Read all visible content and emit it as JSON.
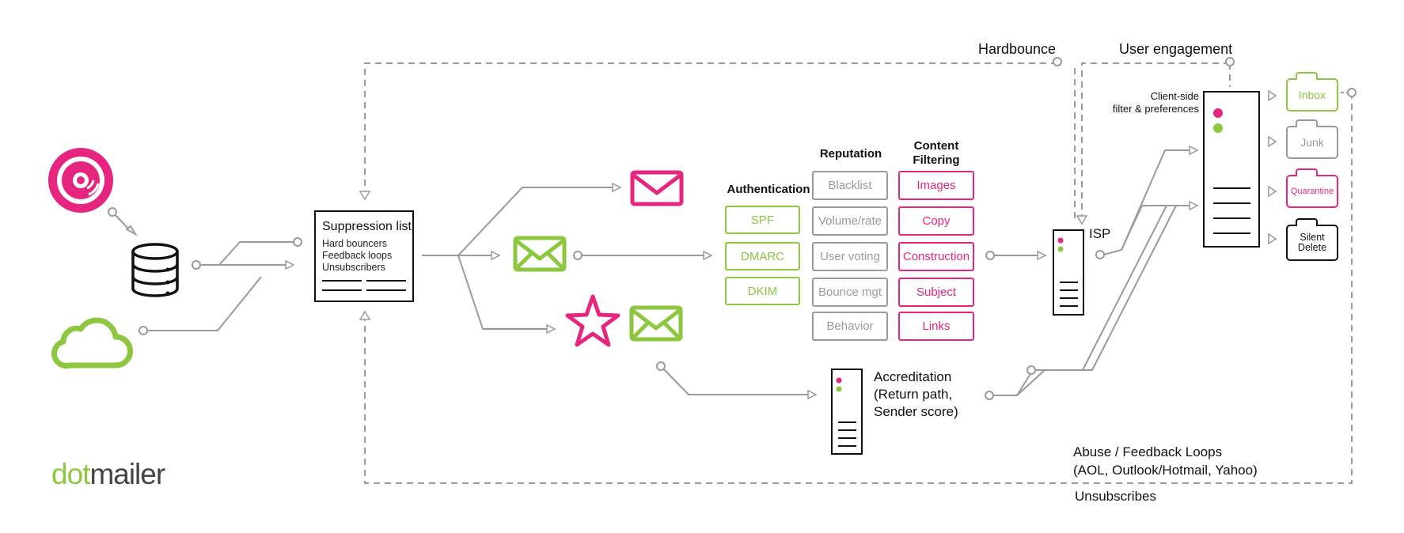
{
  "colors": {
    "pink": "#e6267e",
    "green": "#8dc63f",
    "grey": "#9a9a9a",
    "dark": "#111111"
  },
  "icons": [
    "vinyl-disc-icon",
    "database-icon",
    "cloud-icon",
    "envelope-icon",
    "star-icon",
    "server-icon",
    "folder-icon"
  ],
  "suppression": {
    "title": "Suppression list",
    "items": [
      "Hard bouncers",
      "Feedback loops",
      "Unsubscribers"
    ]
  },
  "columns": {
    "authentication": {
      "title": "Authentication",
      "items": [
        "SPF",
        "DMARC",
        "DKIM"
      ]
    },
    "reputation": {
      "title": "Reputation",
      "items": [
        "Blacklist",
        "Volume/rate",
        "User voting",
        "Bounce mgt",
        "Behavior"
      ]
    },
    "content": {
      "title_line1": "Content",
      "title_line2": "Filtering",
      "items": [
        "Images",
        "Copy",
        "Construction",
        "Subject",
        "Links"
      ]
    }
  },
  "labels": {
    "hardbounce": "Hardbounce",
    "user_engagement": "User engagement",
    "isp": "ISP",
    "client_side_line1": "Client-side",
    "client_side_line2": "filter & preferences",
    "accreditation_line1": "Accreditation",
    "accreditation_line2": "(Return path,",
    "accreditation_line3": "Sender score)",
    "abuse_line1": "Abuse / Feedback Loops",
    "abuse_line2": "(AOL, Outlook/Hotmail, Yahoo)",
    "unsubscribes": "Unsubscribes"
  },
  "folders": {
    "inbox": "Inbox",
    "junk": "Junk",
    "quarantine": "Quarantine",
    "silent_line1": "Silent",
    "silent_line2": "Delete"
  },
  "logo": {
    "part1": "dot",
    "part2": "mailer"
  }
}
